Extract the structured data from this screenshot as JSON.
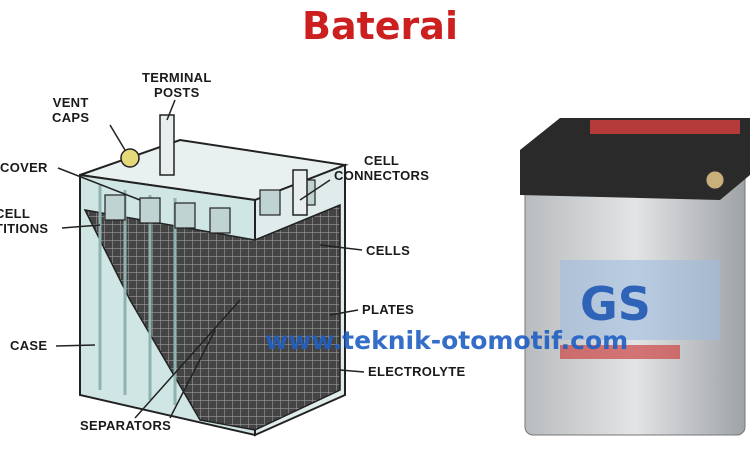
{
  "title": "Baterai",
  "labels": {
    "terminal_posts": [
      "TERMINAL",
      "POSTS"
    ],
    "vent_caps": [
      "VENT",
      "CAPS"
    ],
    "cover": "COVER",
    "cell_partitions": [
      "CELL",
      "TITIONS"
    ],
    "cell_connectors": [
      "CELL",
      "CONNECTORS"
    ],
    "cells": "CELLS",
    "plates": "PLATES",
    "case": "CASE",
    "electrolyte": "ELECTROLYTE",
    "separators": "SEPARATORS"
  },
  "photo_brand": "GS",
  "watermark": "www.teknik-otomotif.com",
  "colors": {
    "title": "#cc1f1f",
    "watermark": "#1f5fc4",
    "case": "#cfe6e4",
    "plates": "#3a3a3a"
  }
}
